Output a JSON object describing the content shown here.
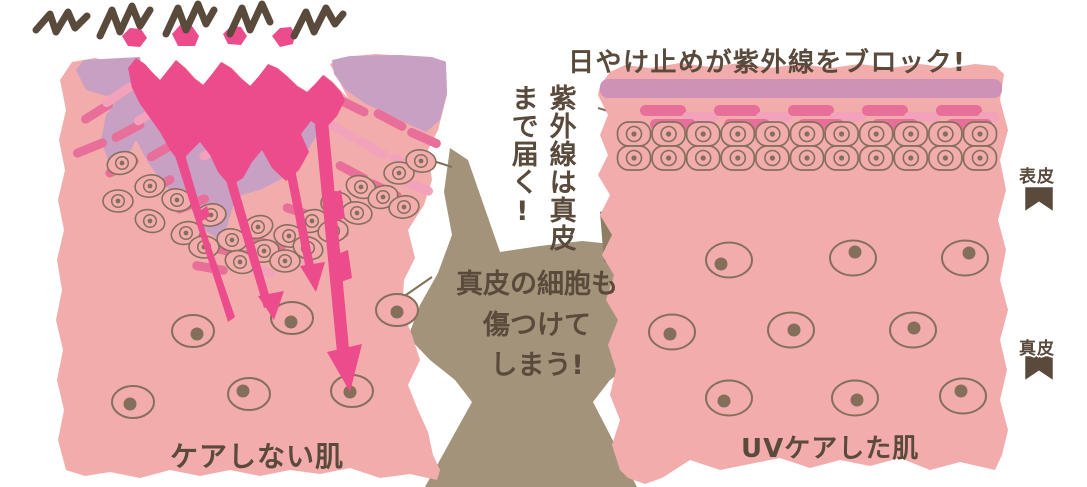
{
  "diagram": {
    "captions": {
      "top_right": "日やけ止めが紫外線をブロック!",
      "center_upper": "紫外線は真皮まで届く!",
      "center_lower": "真皮の細胞も\n傷つけて\nしまう!",
      "bottom_left": "ケアしない肌",
      "bottom_right": "UVケアした肌"
    },
    "layer_labels": {
      "epidermis": "表皮",
      "dermis": "真皮"
    },
    "icons": {
      "sun-scribble-icon": "jagged zigzag strokes above the UV rays",
      "uv-ray-arrow-icon": "hot-pink jagged arrows piercing the skin",
      "ribbon-marker-icon": "brown bookmark ribbon with white outline",
      "collagen-fiber-icon": "pink rounded dash capsules",
      "epidermis-cell-icon": "capsule with ring and nucleus dot",
      "dermis-cell-icon": "oval cell with nucleus dot"
    },
    "colors": {
      "background": "#ffffff",
      "skin_pink": "#f3acac",
      "epidermis_band_mauve": "#cd92b6",
      "damaged_mauve": "#c7a0c4",
      "uv_pink": "#ed4c8c",
      "fiber_dark": "#e86f99",
      "fiber_light": "#f2a2ba",
      "outline_brown": "#84705a",
      "callout_olive": "#a3937a",
      "callout_olive_dark": "#8d7d62",
      "text_brown": "#594a3c"
    }
  }
}
